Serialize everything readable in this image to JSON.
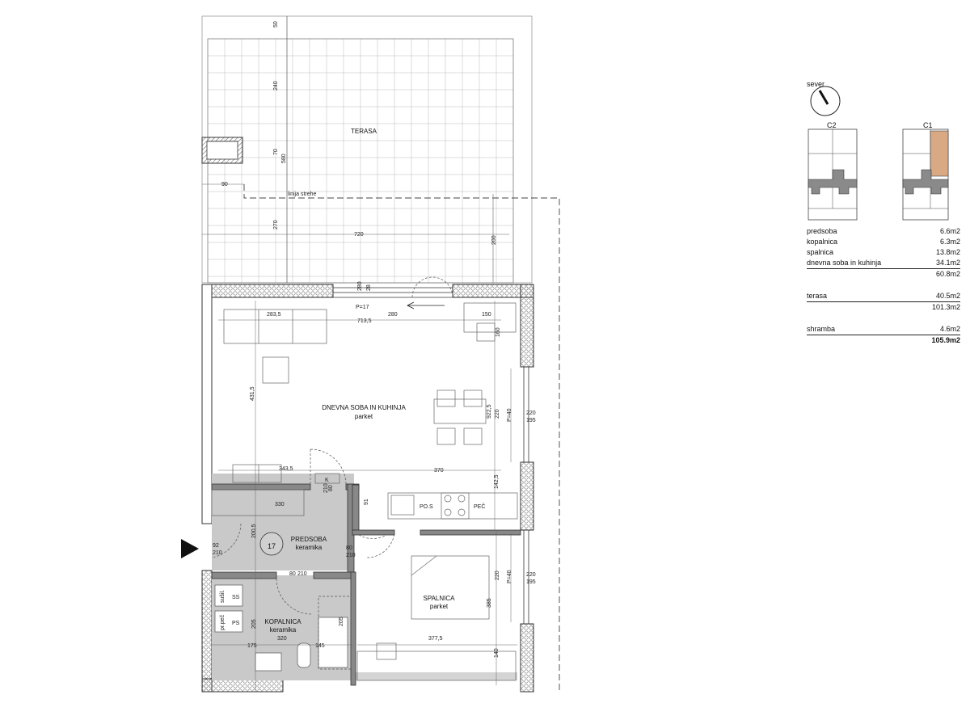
{
  "rooms": {
    "terasa": "TERASA",
    "dnevna": "DNEVNA SOBA IN KUHINJA",
    "dnevna_floor": "parket",
    "predsoba": "PREDSOBA",
    "predsoba_floor": "keramika",
    "kopalnica": "KOPALNICA",
    "kopalnica_floor": "keramika",
    "spalnica": "SPALNICA",
    "spalnica_floor": "parket"
  },
  "unit_number": "17",
  "labels": {
    "linija_strehe": "linija strehe",
    "p17": "P=17",
    "p40a": "P=40",
    "p40b": "P=40",
    "k": "K",
    "pos": "PO.S",
    "pec": "PEČ",
    "ss": "SS",
    "ps": "PS",
    "sus": "sušil.",
    "pral": "pr.peč"
  },
  "dims": {
    "d50": "50",
    "d240": "240",
    "d70": "70",
    "d580": "580",
    "d90": "90",
    "d270": "270",
    "d720": "720",
    "d200": "200",
    "d280a": "280",
    "d280b": "280",
    "d283": "283,5",
    "d713": "713,5",
    "d150": "150",
    "d160": "160",
    "d431": "431,5",
    "d220a": "220",
    "d922": "922,5",
    "d220b": "220",
    "d195a": "195",
    "d343": "343,5",
    "d370": "370",
    "d1425": "142,5",
    "d80a": "80",
    "d210a": "210",
    "d330": "330",
    "d91": "91",
    "d2005": "200,5",
    "d80b": "80",
    "d210b": "210",
    "d92": "92",
    "d210c": "210",
    "d80c": "80",
    "d210d": "210",
    "d220c": "220",
    "d195b": "195",
    "d220d": "220",
    "d385": "385",
    "d205a": "205",
    "d205b": "205",
    "d320": "320",
    "d175": "175",
    "d145": "145",
    "d3775": "377,5",
    "d140": "140",
    "d28": "28"
  },
  "compass": {
    "label": "sever"
  },
  "keyplan": {
    "left": "C2",
    "right": "C1",
    "highlight_color": "#d9a983"
  },
  "areas": [
    {
      "name": "predsoba",
      "value": "6.6m2"
    },
    {
      "name": "kopalnica",
      "value": "6.3m2"
    },
    {
      "name": "spalnica",
      "value": "13.8m2"
    },
    {
      "name": "dnevna soba in kuhinja",
      "value": "34.1m2"
    },
    {
      "name": "",
      "value": "60.8m2"
    },
    {
      "name": "terasa",
      "value": "40.5m2"
    },
    {
      "name": "",
      "value": "101.3m2"
    },
    {
      "name": "shramba",
      "value": "4.6m2"
    },
    {
      "name": "",
      "value": "105.9m2"
    }
  ]
}
